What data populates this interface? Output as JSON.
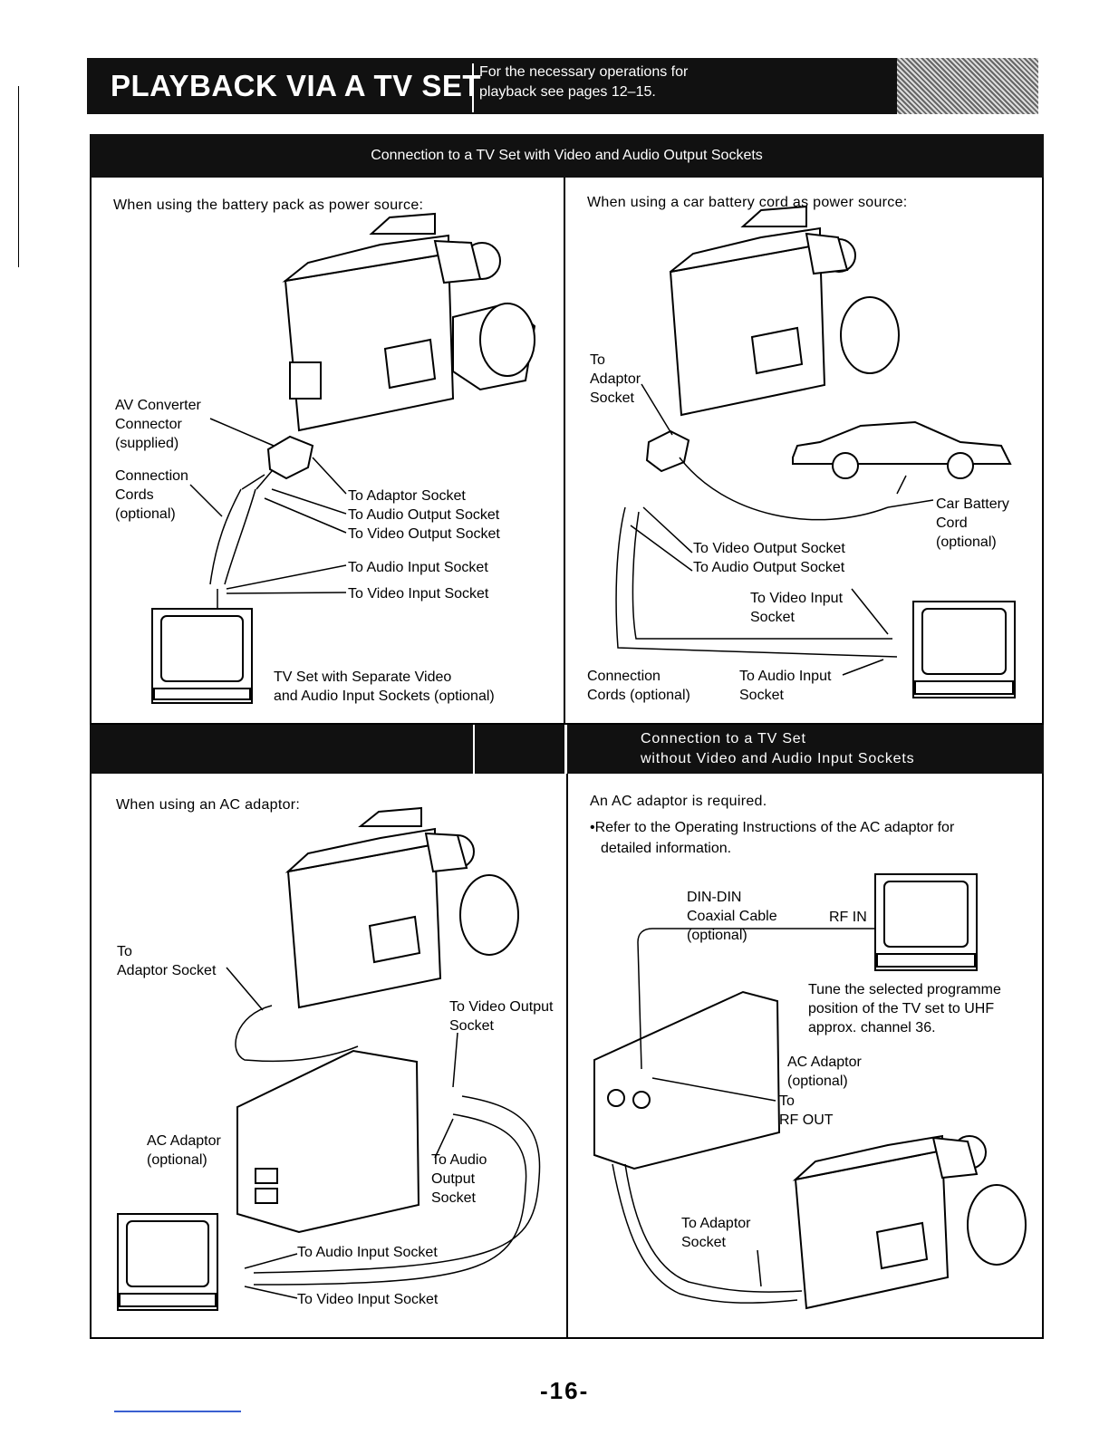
{
  "header": {
    "title": "PLAYBACK VIA A TV SET",
    "note_line1": "For the necessary operations for",
    "note_line2": "playback see pages 12–15."
  },
  "banner_top": "Connection to a TV Set with Video and Audio Output Sockets",
  "q1": {
    "intro": "When using the battery pack as power source:",
    "av_converter": [
      "AV Converter",
      "Connector",
      "(supplied)"
    ],
    "connection_cords": [
      "Connection",
      "Cords",
      "(optional)"
    ],
    "to_adaptor_socket": "To Adaptor Socket",
    "to_audio_output_socket": "To Audio Output Socket",
    "to_video_output_socket": "To Video Output Socket",
    "to_audio_input_socket": "To Audio Input Socket",
    "to_video_input_socket": "To Video Input Socket",
    "tv_set_caption": [
      "TV Set with Separate Video",
      "and Audio Input Sockets (optional)"
    ]
  },
  "q2": {
    "intro": "When using a car battery cord as power source:",
    "to_adaptor_socket": [
      "To",
      "Adaptor",
      "Socket"
    ],
    "car_battery_cord": [
      "Car Battery",
      "Cord",
      "(optional)"
    ],
    "to_video_output_socket": "To Video Output Socket",
    "to_audio_output_socket": "To Audio Output Socket",
    "to_video_input_socket": [
      "To Video Input",
      "Socket"
    ],
    "connection_cords": [
      "Connection",
      "Cords (optional)"
    ],
    "to_audio_input_socket": [
      "To Audio Input",
      "Socket"
    ]
  },
  "banner_bottom": [
    "Connection to a TV Set",
    "without Video and Audio Input Sockets"
  ],
  "q3": {
    "intro": "When using an AC adaptor:",
    "to_adaptor_socket": [
      "To",
      "Adaptor Socket"
    ],
    "to_video_output_socket": [
      "To Video Output",
      "Socket"
    ],
    "ac_adaptor": [
      "AC Adaptor",
      "(optional)"
    ],
    "to_audio_output_socket": [
      "To Audio",
      "Output",
      "Socket"
    ],
    "to_audio_input_socket": "To Audio Input Socket",
    "to_video_input_socket": "To Video Input Socket"
  },
  "q4": {
    "intro": "An AC adaptor is required.",
    "refer_line1": "•Refer to the Operating Instructions of the AC adaptor for",
    "refer_line2": "detailed information.",
    "din_cable": [
      "DIN-DIN",
      "Coaxial Cable",
      "(optional)"
    ],
    "rf_in": "RF IN",
    "tune_note": [
      "Tune the selected programme",
      "position of the TV set to UHF",
      "approx. channel 36."
    ],
    "ac_adaptor": [
      "AC Adaptor",
      "(optional)"
    ],
    "to_rf_out": [
      "To",
      "RF OUT"
    ],
    "to_adaptor_socket": [
      "To Adaptor",
      "Socket"
    ]
  },
  "page_number": "-16-"
}
